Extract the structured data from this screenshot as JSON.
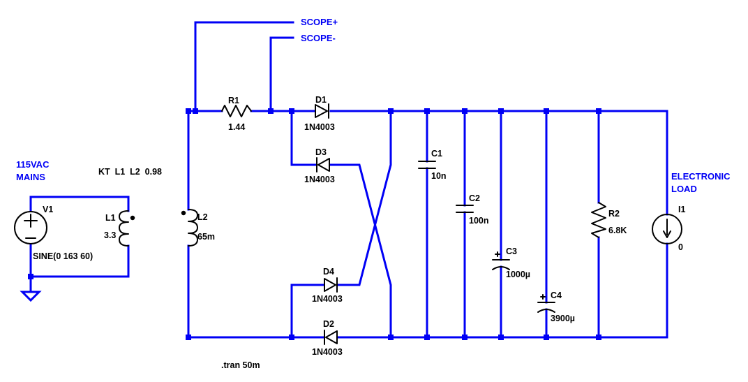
{
  "labels": {
    "scope_plus": "SCOPE+",
    "scope_minus": "SCOPE-",
    "mains_line1": "115VAC",
    "mains_line2": "MAINS",
    "load_line1": "ELECTRONIC",
    "load_line2": "LOAD"
  },
  "directives": {
    "coupling": "KT  L1  L2  0.98",
    "tran": ".tran 50m"
  },
  "components": {
    "V1": {
      "name": "V1",
      "value": "SINE(0 163 60)"
    },
    "L1": {
      "name": "L1",
      "value": "3.3"
    },
    "L2": {
      "name": "L2",
      "value": "65m"
    },
    "R1": {
      "name": "R1",
      "value": "1.44"
    },
    "D1": {
      "name": "D1",
      "value": "1N4003"
    },
    "D2": {
      "name": "D2",
      "value": "1N4003"
    },
    "D3": {
      "name": "D3",
      "value": "1N4003"
    },
    "D4": {
      "name": "D4",
      "value": "1N4003"
    },
    "C1": {
      "name": "C1",
      "value": "10n"
    },
    "C2": {
      "name": "C2",
      "value": "100n"
    },
    "C3": {
      "name": "C3",
      "value": "1000µ"
    },
    "C4": {
      "name": "C4",
      "value": "3900µ"
    },
    "R2": {
      "name": "R2",
      "value": "6.8K"
    },
    "I1": {
      "name": "I1",
      "value": "0"
    }
  },
  "colors": {
    "wire": "#0000f5",
    "component": "#000000",
    "background": "#ffffff"
  }
}
